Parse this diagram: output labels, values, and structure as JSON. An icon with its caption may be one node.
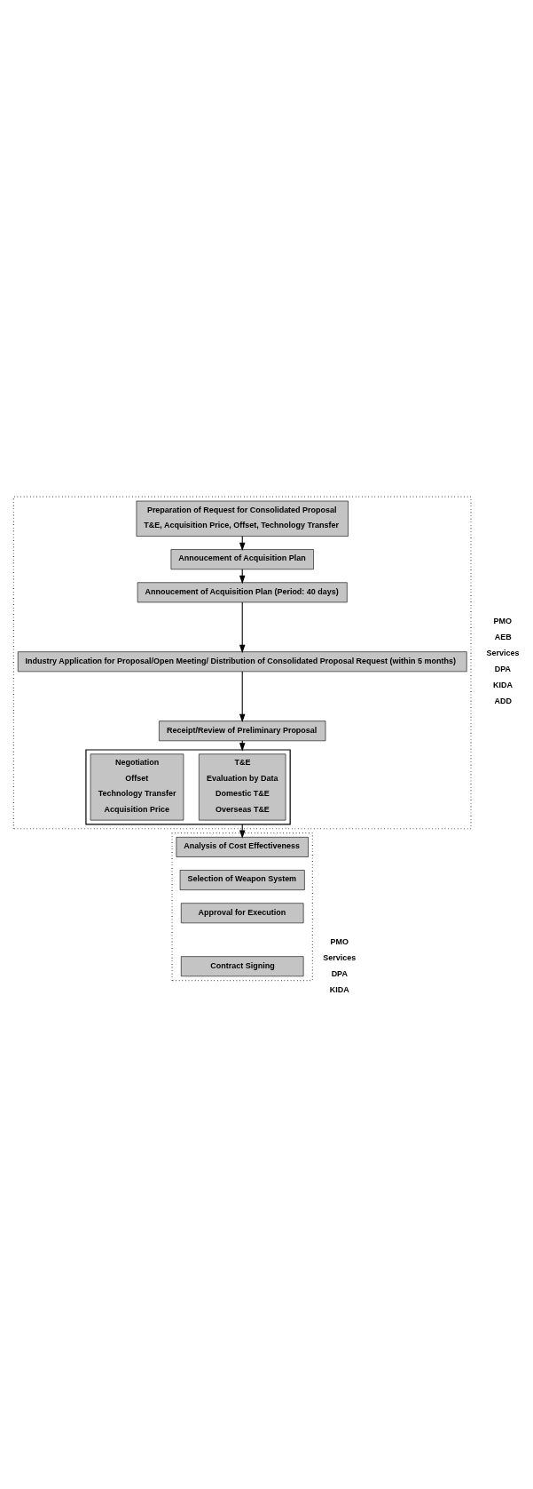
{
  "diagram": {
    "nodes": [
      {
        "text": [],
        "shape": "box",
        "beside": [
          "PMO",
          "AEB",
          "Services",
          "DPA",
          "KIDA",
          "ADD"
        ]
      },
      {
        "text": [
          "Preparation of Request for Consolidated Proposal",
          "T&E, Acquisition Price, Offset, Technology Transfer"
        ],
        "in": 0
      },
      {
        "text": [
          "Annoucement of Acquisition Plan"
        ],
        "in": 0
      },
      {
        "text": [
          "Annoucement of Acquisition Plan (Period: 40 days)"
        ],
        "in": 0
      },
      {
        "text": [
          "Industry Application for Proposal/Open Meeting/ Distribution of Consolidated Proposal Request (within 5 months)"
        ],
        "in": 0
      },
      {
        "text": [
          "Receipt/Review of Preliminary Proposal"
        ],
        "in": 0
      },
      {
        "text": [],
        "shape": "box",
        "in": 0
      },
      {
        "text": [
          "T&E",
          "Evaluation by Data",
          "Domestic T&E",
          "Overseas T&E"
        ],
        "in": 6
      },
      {
        "text": [
          "Negotiation",
          "Offset",
          "Technology Transfer",
          "Acquisition Price"
        ],
        "in": 6
      },
      {
        "text": [],
        "shape": "box",
        "beside": [
          "PMO",
          "Services",
          "DPA",
          "KIDA"
        ]
      },
      {
        "text": [
          "Analysis of Cost Effectiveness"
        ],
        "in": 9
      },
      {
        "text": [
          "Selection of Weapon System"
        ],
        "in": 9
      },
      {
        "text": [
          "Approval for Execution"
        ],
        "in": 9
      },
      {
        "text": [
          "Contract Signing"
        ],
        "in": 9
      }
    ],
    "edges": [
      {
        "from": 1,
        "to": 2,
        "arrow": "to"
      },
      {
        "from": 2,
        "to": 3,
        "arrow": "to"
      },
      {
        "from": 3,
        "to": 4,
        "arrow": "to"
      },
      {
        "from": 4,
        "to": 5,
        "arrow": "to"
      },
      {
        "from": 5,
        "to": 6,
        "arrow": "to"
      },
      {
        "from": 6,
        "to": 10,
        "arrow": "to"
      }
    ]
  }
}
